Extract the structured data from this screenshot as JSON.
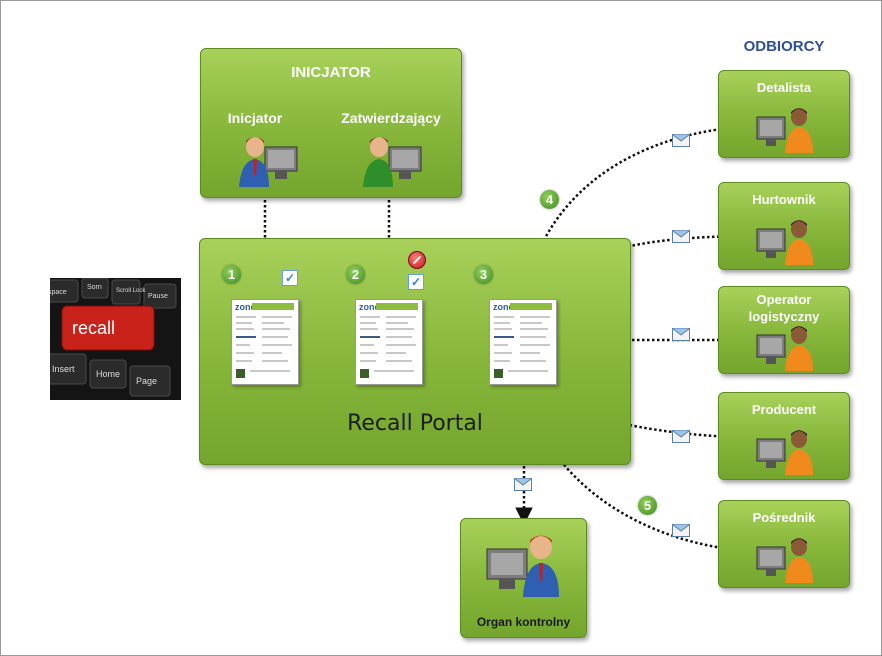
{
  "initiator_panel": {
    "title": "INICJATOR",
    "roles": [
      "Inicjator",
      "Zatwierdzający"
    ]
  },
  "portal": {
    "title": "Recall Portal",
    "steps": [
      "1",
      "2",
      "3"
    ],
    "doc_logo": "zone"
  },
  "keyboard": {
    "keys": [
      "space",
      "Sorn",
      "Scroll Lock",
      "Pause",
      "recall",
      "Insert",
      "Home",
      "Page"
    ]
  },
  "recipients": {
    "heading": "ODBIORCY",
    "items": [
      "Detalista",
      "Hurtownik",
      "Operator logistyczny",
      "Producent",
      "Pośrednik"
    ]
  },
  "control_authority": {
    "label": "Organ kontrolny"
  },
  "flow_markers": [
    "4",
    "5"
  ],
  "icons": [
    "user-computer-icon",
    "document-icon",
    "checkmark-icon",
    "prohibited-icon",
    "envelope-icon"
  ],
  "colors": {
    "box_green": "#86b63a",
    "heading_blue": "#2f4f9a",
    "key_red": "#c9221a"
  }
}
